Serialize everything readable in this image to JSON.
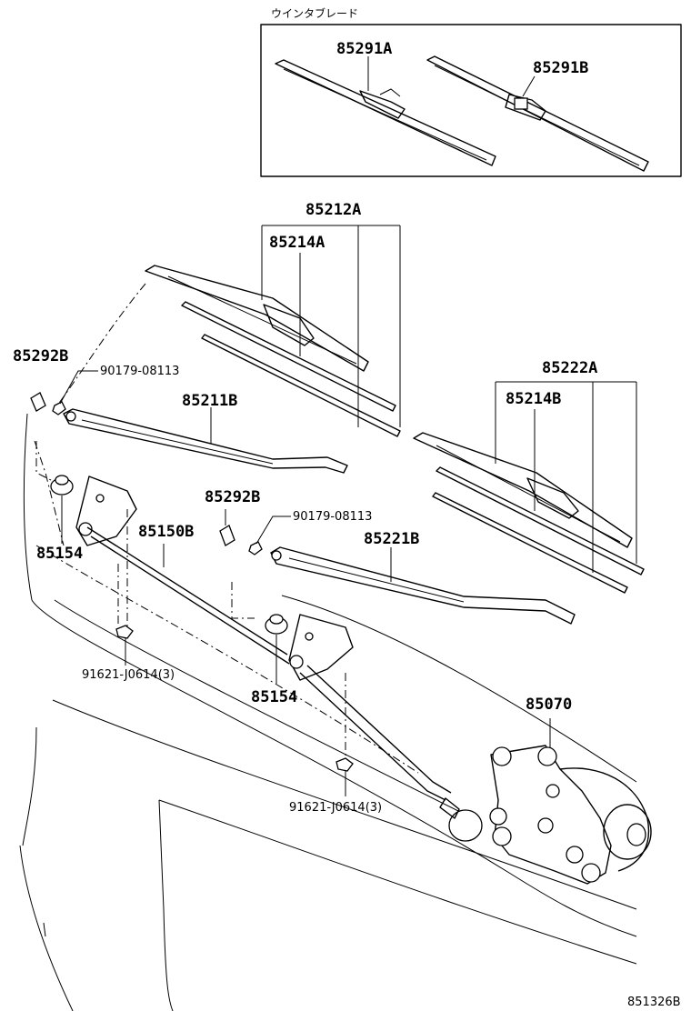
{
  "inset": {
    "title": "ウインタブレード",
    "labels": [
      "85291A",
      "85291B"
    ]
  },
  "callouts": {
    "c85212A": "85212A",
    "c85214A": "85214A",
    "c85292B_1": "85292B",
    "c90179_1": "90179-08113",
    "c85211B": "85211B",
    "c85222A": "85222A",
    "c85214B": "85214B",
    "c85292B_2": "85292B",
    "c90179_2": "90179-08113",
    "c85150B": "85150B",
    "c85154_1": "85154",
    "c85221B": "85221B",
    "c91621_1": "91621-J0614(3)",
    "c85154_2": "85154",
    "c85070": "85070",
    "c91621_2": "91621-J0614(3)"
  },
  "diagram_code": "851326B"
}
